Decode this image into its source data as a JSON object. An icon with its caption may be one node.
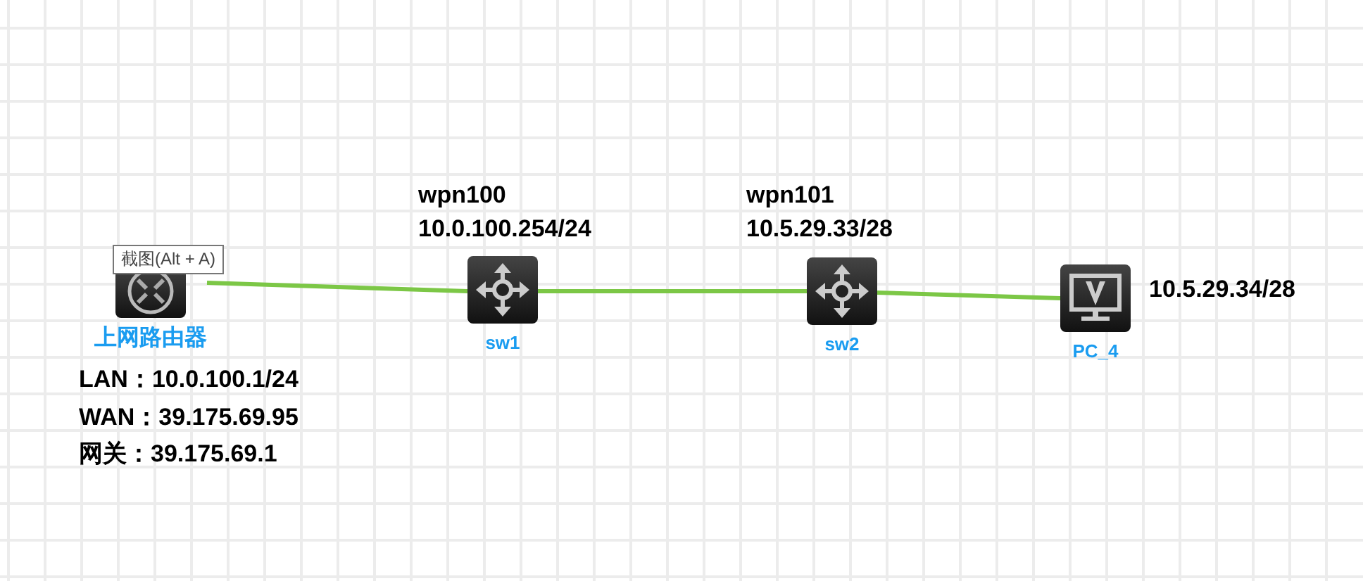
{
  "diagram": {
    "nodes": [
      {
        "text": [
          "上网路由器"
        ],
        "beside": [
          "LAN：10.0.100.1/24",
          "WAN：39.175.69.95",
          "网关：39.175.69.1"
        ]
      },
      {
        "text": [
          "sw1"
        ],
        "beside": [
          "wpn100",
          "10.0.100.254/24"
        ]
      },
      {
        "text": [
          "sw2"
        ],
        "beside": [
          "wpn101",
          "10.5.29.33/28"
        ]
      },
      {
        "text": [
          "PC_4"
        ],
        "beside": [
          "10.5.29.34/28"
        ]
      }
    ],
    "edges": [
      {
        "from": 0,
        "to": 1,
        "arrow": "none"
      },
      {
        "from": 1,
        "to": 2,
        "arrow": "none"
      },
      {
        "from": 2,
        "to": 3,
        "arrow": "none"
      }
    ],
    "labels": [
      "截图(Alt + A)"
    ]
  }
}
